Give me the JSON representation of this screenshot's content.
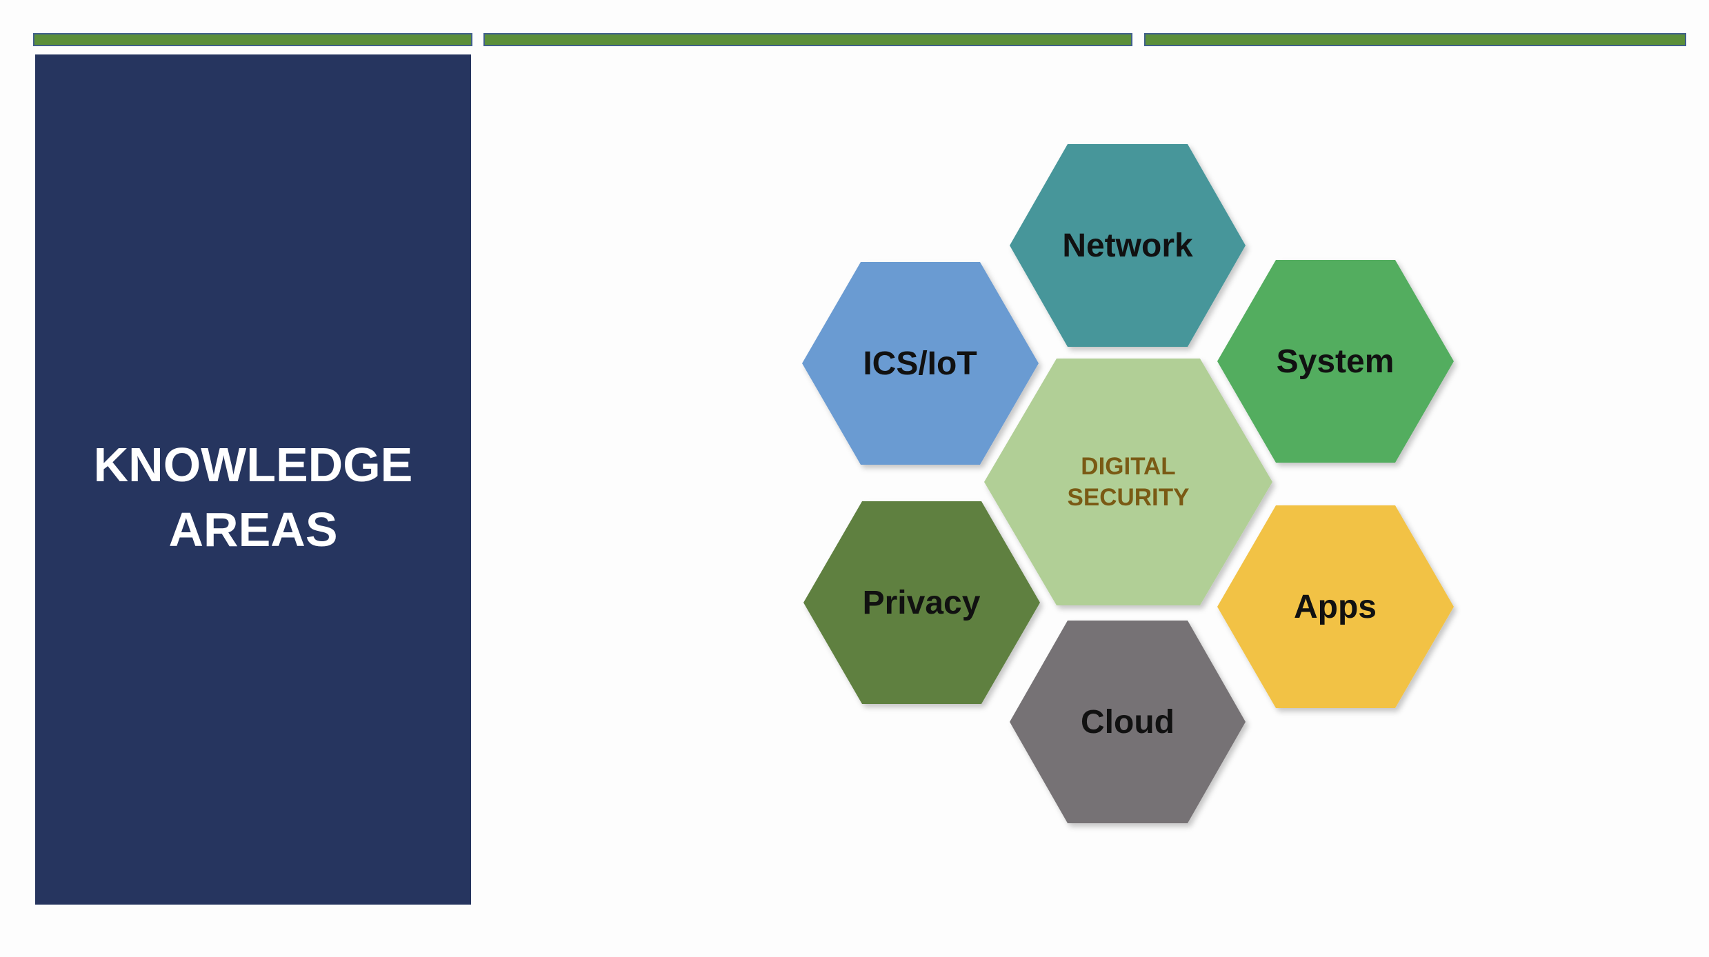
{
  "slide": {
    "title": "KNOWLEDGE\nAREAS",
    "accent_color": "#5b8f3a",
    "panel_color": "#26355f"
  },
  "diagram": {
    "center": {
      "line1": "DIGITAL",
      "line2": "SECURITY",
      "color": "#b1cf96"
    },
    "areas": {
      "network": {
        "label": "Network",
        "color": "#46969a"
      },
      "ics_iot": {
        "label": "ICS/IoT",
        "color": "#6b9bd2"
      },
      "system": {
        "label": "System",
        "color": "#52ad5e"
      },
      "privacy": {
        "label": "Privacy",
        "color": "#5f8040"
      },
      "apps": {
        "label": "Apps",
        "color": "#f2c244"
      },
      "cloud": {
        "label": "Cloud",
        "color": "#767274"
      }
    }
  }
}
